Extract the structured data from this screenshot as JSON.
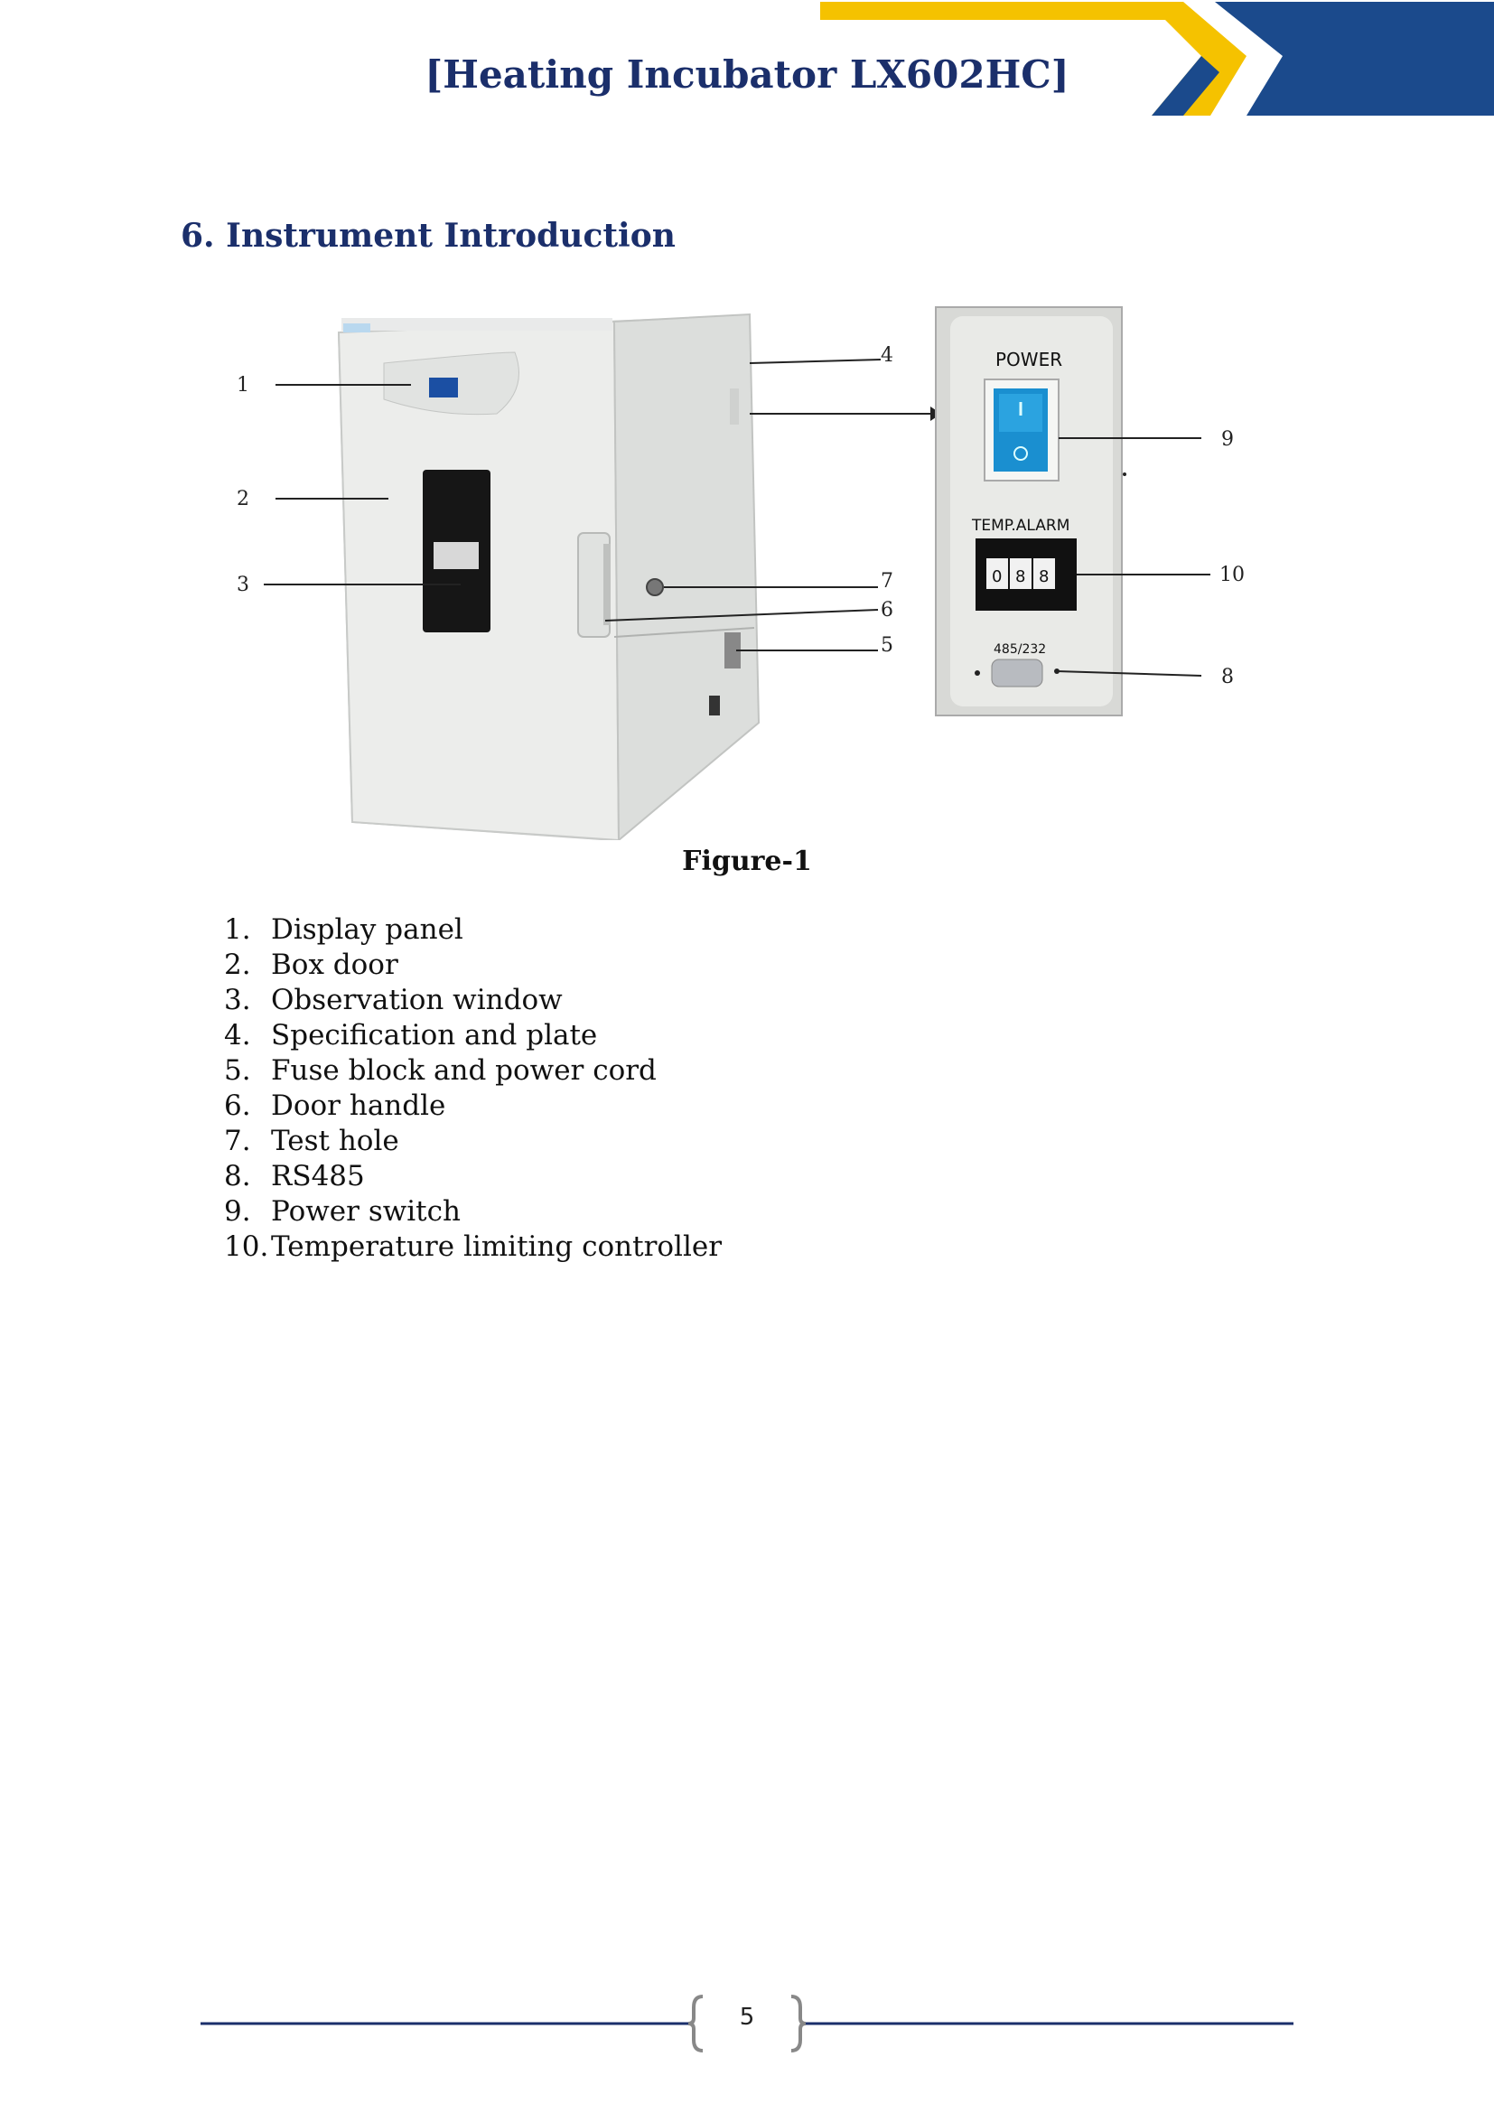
{
  "header": {
    "title": "[Heating Incubator LX602HC]",
    "colors": {
      "navy": "#1b4a8c",
      "gold": "#f5c200",
      "title": "#1b2f6b"
    }
  },
  "section": {
    "title": "6.  Instrument Introduction"
  },
  "figure": {
    "caption": "Figure-1",
    "callouts": [
      "1",
      "2",
      "3",
      "4",
      "5",
      "6",
      "7",
      "8",
      "9",
      "10"
    ],
    "panel": {
      "power": "POWER",
      "temp_alarm": "TEMP.ALARM",
      "digits": [
        "0",
        "8",
        "8"
      ],
      "port": "485/232"
    }
  },
  "items": [
    {
      "num": "1.",
      "text": "Display panel"
    },
    {
      "num": "2.",
      "text": "Box door"
    },
    {
      "num": "3.",
      "text": "Observation window"
    },
    {
      "num": "4.",
      "text": "Specification and plate"
    },
    {
      "num": "5.",
      "text": "Fuse block and power cord"
    },
    {
      "num": "6.",
      "text": "Door handle"
    },
    {
      "num": "7.",
      "text": "Test hole"
    },
    {
      "num": "8.",
      "text": "RS485"
    },
    {
      "num": "9.",
      "text": "Power switch"
    },
    {
      "num": "10.",
      "text": "Temperature limiting controller"
    }
  ],
  "footer": {
    "page": "5"
  }
}
